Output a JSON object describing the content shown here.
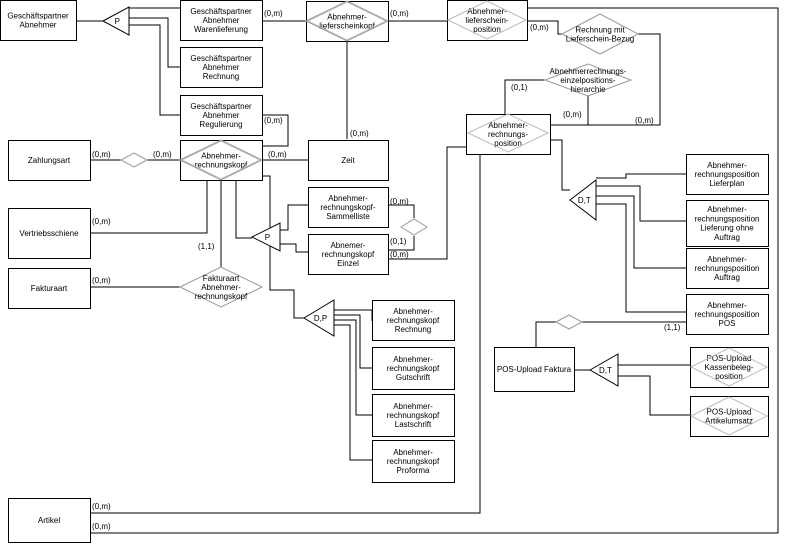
{
  "entities": {
    "gp_abnehmer": [
      "Geschäftspartner",
      "Abnehmer"
    ],
    "gp_warenlieferung": [
      "Geschäftspartner",
      "Abnehmer",
      "Warenlieferung"
    ],
    "gp_rechnung": [
      "Geschäftspartner",
      "Abnehmer",
      "Rechnung"
    ],
    "gp_regulierung": [
      "Geschäftspartner",
      "Abnehmer",
      "Regulierung"
    ],
    "zahlungsart": [
      "Zahlungsart"
    ],
    "vertriebsschiene": [
      "Vertriebsschiene"
    ],
    "fakturaart": [
      "Fakturaart"
    ],
    "artikel": [
      "Artikel"
    ],
    "zeit": [
      "Zeit"
    ],
    "ark_sammelliste": [
      "Abnehmer-",
      "rechnungskopf-",
      "Sammelliste"
    ],
    "ark_einzel": [
      "Abnemer-",
      "rechnungskopf",
      "Einzel"
    ],
    "lieferschein_position": [
      "Abnehmer-",
      "lieferschein-",
      "position"
    ],
    "rechnungsposition": [
      "Abnehmer-",
      "rechnungs-",
      "position"
    ],
    "rp_lieferplan": [
      "Abnehmer-",
      "rechnungsposition",
      "Lieferplan"
    ],
    "rp_lieferung_ohne_auftrag": [
      "Abnehmer-",
      "rechnungsposition",
      "Lieferung ohne",
      "Auftrag"
    ],
    "rp_auftrag": [
      "Abnehmer-",
      "rechnungsposition",
      "Auftrag"
    ],
    "rp_pos": [
      "Abnehmer-",
      "rechnungsposition",
      "POS"
    ],
    "pos_upload_faktura": [
      "POS-Upload Faktura"
    ],
    "pos_kassenbeleg": [
      "POS-Upload",
      "Kassenbeleg-",
      "position"
    ],
    "pos_artikelumsatz": [
      "POS-Upload",
      "Artikelumsatz"
    ],
    "ark_rechnung": [
      "Abnehmer-",
      "rechnungskopf",
      "Rechnung"
    ],
    "ark_gutschrift": [
      "Abnehmer-",
      "rechnungskopf",
      "Gutschrift"
    ],
    "ark_lastschrift": [
      "Abnehmer-",
      "rechnungskopf",
      "Lastschrift"
    ],
    "ark_proforma": [
      "Abnehmer-",
      "rechnungskopf",
      "Proforma"
    ]
  },
  "relationships": {
    "lieferscheinkopf": [
      "Abnehmer-",
      "lieferscheinkopf"
    ],
    "rechnungskopf": [
      "Abnehmer-",
      "rechnungskopf"
    ],
    "fakturaart_abnehmer": [
      "Fakturaart",
      "Abnehmer-",
      "rechnungskopf"
    ],
    "rechnung_lieferschein": [
      "Rechnung mit",
      "Lieferschein-Bezug"
    ],
    "hierarchie": [
      "Abnehmerrechnungs-",
      "einzelpositions-",
      "hierarchie"
    ]
  },
  "specializations": {
    "gp": "P",
    "sammel": "P",
    "kopf": "D,P",
    "position": "D,T",
    "pos_upload": "D,T"
  },
  "cardinalities": {
    "warenlieferung_lk": "(0,m)",
    "lk_lsp": "(0,m)",
    "lsp_rmlb": "(0,m)",
    "regulierung_rk": "(0,m)",
    "zahlungsart_rel": "(0,m)",
    "rel_rk": "(0,m)",
    "rk_zeit": "(0,m)",
    "zeit_lk": "(0,m)",
    "vertriebsschiene_rk": "(0,m)",
    "fakturaart_rel": "(0,m)",
    "rk_fakturaart_rel": "(1,1)",
    "einzel_sammel_a": "(0,m)",
    "einzel_sammel_b": "(0,1)",
    "einzel_rp": "(0,m)",
    "hier_upper": "(0,1)",
    "hier_lower": "(0,m)",
    "rp_rmlb": "(0,m)",
    "rp_pos_rel": "(1,1)",
    "artikel_rp": "(0,m)",
    "artikel_lsp": "(0,m)"
  }
}
